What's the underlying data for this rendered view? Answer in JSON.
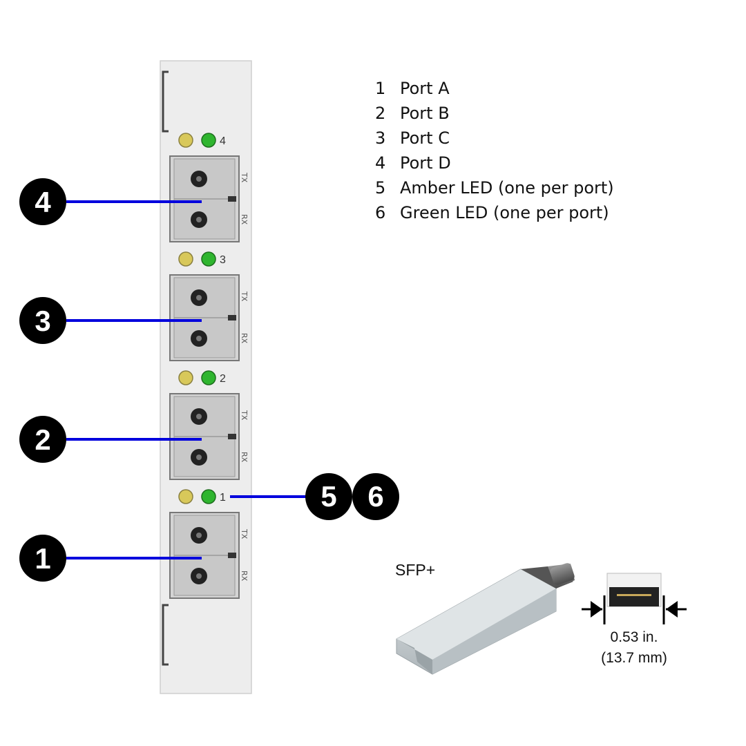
{
  "legend": [
    {
      "num": "1",
      "label": "Port A"
    },
    {
      "num": "2",
      "label": "Port B"
    },
    {
      "num": "3",
      "label": "Port C"
    },
    {
      "num": "4",
      "label": "Port D"
    },
    {
      "num": "5",
      "label": "Amber LED (one per port)"
    },
    {
      "num": "6",
      "label": "Green LED (one per port)"
    }
  ],
  "ports": [
    {
      "led_number": "4",
      "callout": "4"
    },
    {
      "led_number": "3",
      "callout": "3"
    },
    {
      "led_number": "2",
      "callout": "2"
    },
    {
      "led_number": "1",
      "callout": "1"
    }
  ],
  "port_labels": {
    "tx": "TX",
    "rx": "RX"
  },
  "led_callouts": [
    "5",
    "6"
  ],
  "sfp": {
    "label": "SFP+",
    "dimension_in": "0.53 in.",
    "dimension_mm": "(13.7 mm)"
  },
  "colors": {
    "leader_line": "#0000dd",
    "amber_led": "#d8c85a",
    "green_led": "#2fb52f",
    "callout_bg": "#000000",
    "panel_bg": "#ededed"
  }
}
